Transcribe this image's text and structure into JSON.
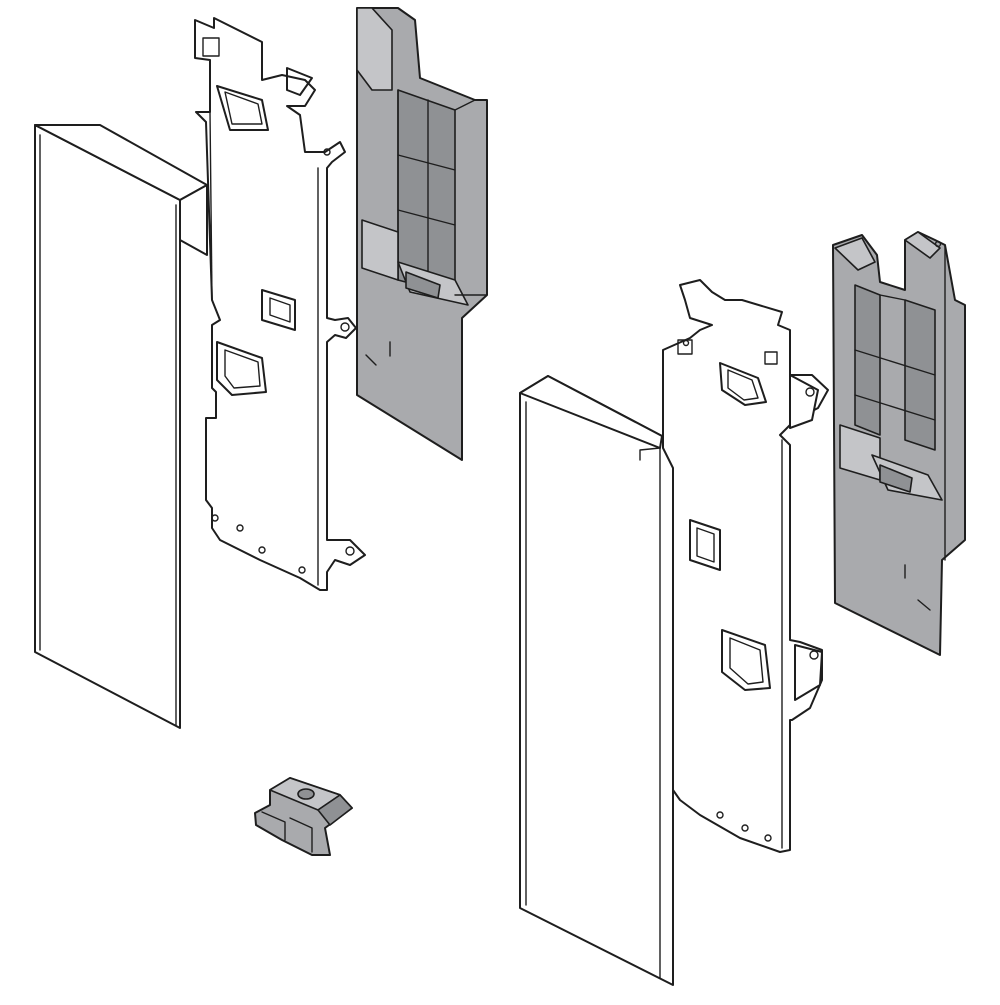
{
  "colors": {
    "background": "#ffffff",
    "outline": "#1e1e1e",
    "housing_gray": "#a9aaad",
    "housing_shadow": "#8f9194",
    "housing_light": "#c4c5c8"
  },
  "parts": [
    {
      "id": "left-front-cover",
      "icon": "cover-panel-icon"
    },
    {
      "id": "left-mounting-bracket",
      "icon": "metal-bracket-icon"
    },
    {
      "id": "left-gray-housing",
      "icon": "plastic-housing-icon"
    },
    {
      "id": "small-clip-nut",
      "icon": "clip-nut-icon"
    },
    {
      "id": "right-front-cover",
      "icon": "cover-panel-icon"
    },
    {
      "id": "right-mounting-bracket",
      "icon": "metal-bracket-icon"
    },
    {
      "id": "right-gray-housing",
      "icon": "plastic-housing-icon"
    }
  ]
}
